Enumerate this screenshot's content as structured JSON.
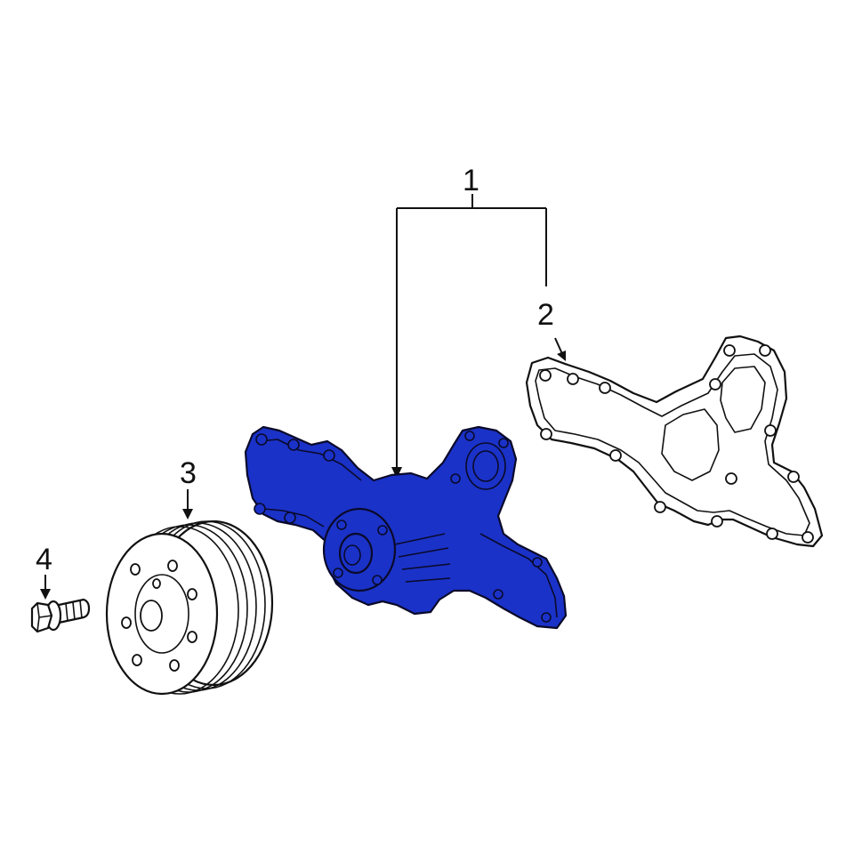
{
  "callouts": {
    "part_1": "1",
    "part_2": "2",
    "part_3": "3",
    "part_4": "4"
  },
  "colors": {
    "highlight": "#1a32c8",
    "line": "#111111",
    "background": "#ffffff"
  }
}
